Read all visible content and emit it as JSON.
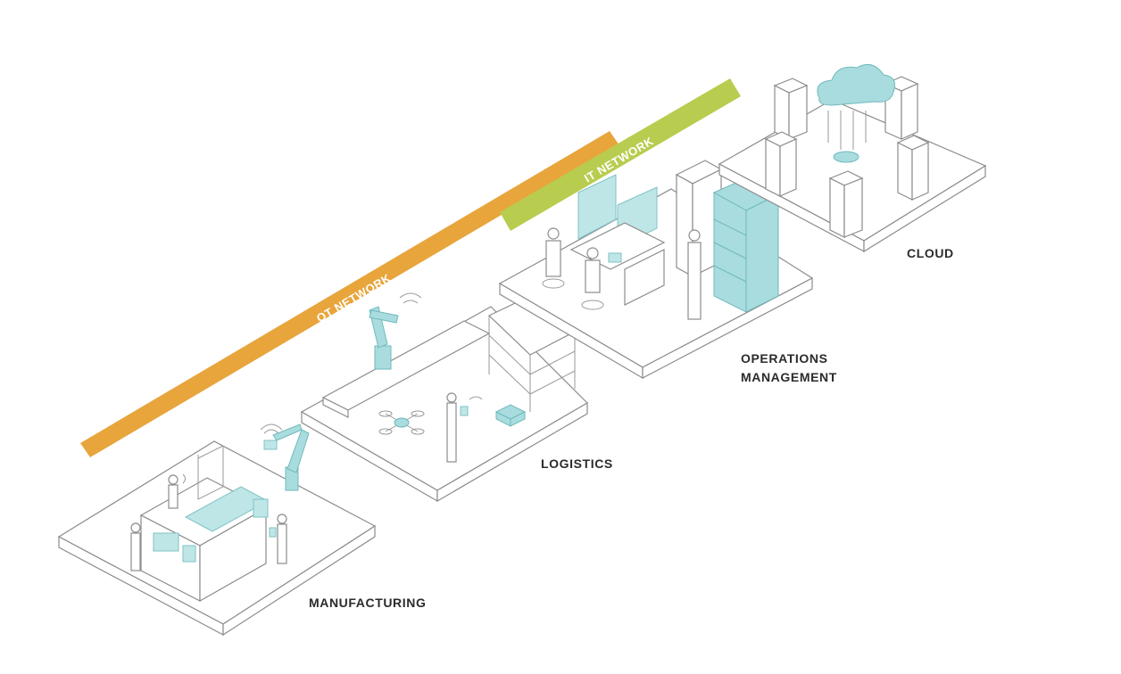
{
  "networks": {
    "ot": {
      "label": "OT NETWORK",
      "color": "#e8a53c"
    },
    "it": {
      "label": "IT NETWORK",
      "color": "#b8cc4f"
    }
  },
  "zones": {
    "manufacturing": "MANUFACTURING",
    "logistics": "LOGISTICS",
    "operations": [
      "OPERATIONS",
      "MANAGEMENT"
    ],
    "cloud": "CLOUD"
  },
  "colors": {
    "accent_teal": "#a9dcde",
    "line_gray": "#8c8c8c",
    "label_dark": "#2b2b2b"
  }
}
